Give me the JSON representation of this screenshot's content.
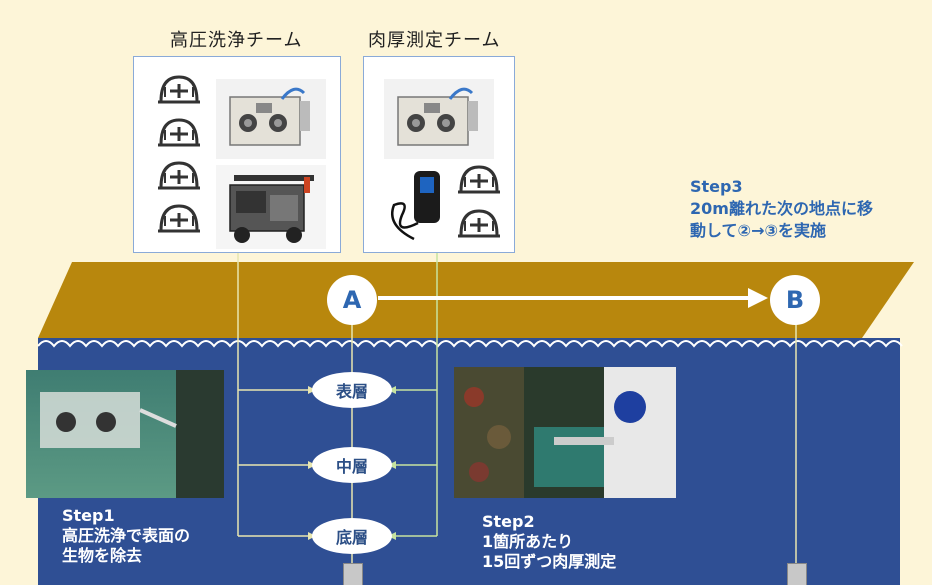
{
  "teams": {
    "washing": {
      "title": "高圧洗浄チーム",
      "members": [
        "helmet-icon",
        "helmet-icon",
        "helmet-icon",
        "helmet-icon"
      ],
      "equipment": [
        "rov-photo",
        "pressure-washer-photo"
      ]
    },
    "thickness": {
      "title": "肉厚測定チーム",
      "members": [
        "helmet-icon",
        "helmet-icon"
      ],
      "equipment": [
        "rov-photo",
        "thickness-gauge-photo"
      ]
    }
  },
  "points": {
    "a": "A",
    "b": "B"
  },
  "layers": {
    "surface": "表層",
    "middle": "中層",
    "bottom": "底層"
  },
  "steps": {
    "step1": "Step1\n高圧洗浄で表面の\n生物を除去",
    "step2": "Step2\n1箇所あたり\n15回ずつ肉厚測定",
    "step3": "Step3\n20m離れた次の地点に移\n動して②→③を実施"
  },
  "colors": {
    "background": "#fdf5d8",
    "deck": "#b8870d",
    "water": "#2f4f94",
    "accent_text": "#2e67b1",
    "lines": "#e8e6b0"
  }
}
